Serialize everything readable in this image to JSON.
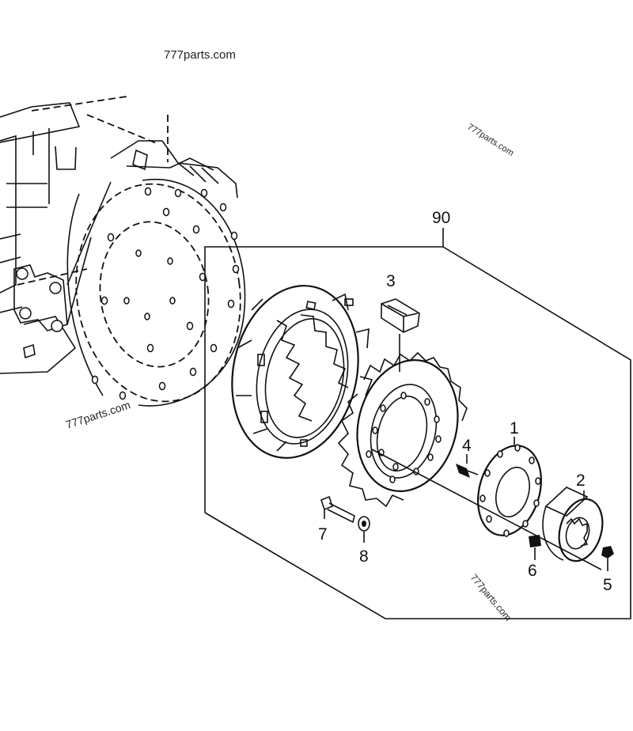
{
  "watermarks": [
    "777parts.com",
    "777parts.com",
    "777parts.com",
    "777parts.com"
  ],
  "assembly_label": "90",
  "part_labels": {
    "p1": "1",
    "p2": "2",
    "p3": "3",
    "p4": "4",
    "p5": "5",
    "p6": "6",
    "p7": "7",
    "p8": "8"
  }
}
